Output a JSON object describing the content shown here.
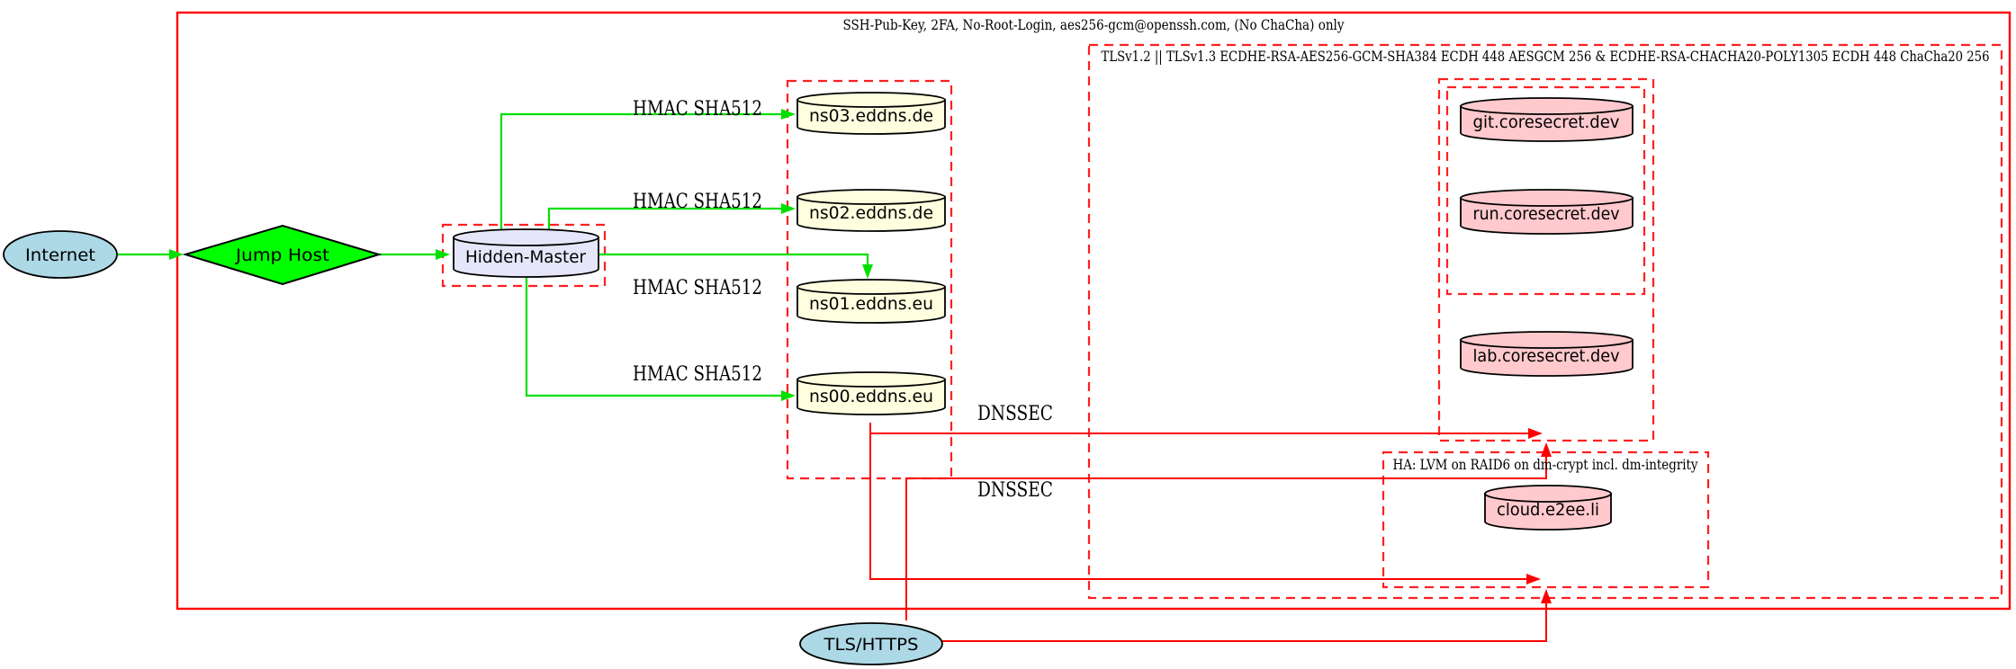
{
  "diagram": {
    "type": "graphviz-network-security-diagram",
    "background": "#ffffff",
    "colors": {
      "edge_green": "#00e000",
      "diamond_green": "#00ff00",
      "edge_red": "#ff0000",
      "cluster_red": "#ff2020",
      "node_lightblue": "#add8e6",
      "node_lavender": "#e6e6fa",
      "node_lightyellow": "#ffffe0",
      "node_pink": "#ffc9cd",
      "text": "#000000"
    },
    "clusters": {
      "ssh": {
        "label": "SSH-Pub-Key, 2FA, No-Root-Login, aes256-gcm@openssh.com, (No ChaCha) only",
        "border": "solid red"
      },
      "tls": {
        "label": "TLSv1.2 || TLSv1.3 ECDHE-RSA-AES256-GCM-SHA384 ECDH 448 AESGCM 256 & ECDHE-RSA-CHACHA20-POLY1305 ECDH 448 ChaCha20 256",
        "border": "dashed red"
      },
      "ha": {
        "label": "HA: LVM on RAID6 on dm-crypt incl. dm-integrity",
        "border": "dashed red"
      },
      "eddns": {
        "label": "",
        "border": "dashed red"
      },
      "hidden_master_box": {
        "label": "",
        "border": "dashed red"
      },
      "coresecret": {
        "label": "",
        "border": "dashed red"
      },
      "gitrun": {
        "label": "",
        "border": "dashed red"
      }
    },
    "nodes": {
      "internet": {
        "label": "Internet",
        "shape": "ellipse",
        "fill": "#add8e6"
      },
      "jump_host": {
        "label": "Jump Host",
        "shape": "diamond",
        "fill": "#00ff00"
      },
      "hidden_master": {
        "label": "Hidden-Master",
        "shape": "cylinder",
        "fill": "#e6e6fa"
      },
      "ns03": {
        "label": "ns03.eddns.de",
        "shape": "cylinder",
        "fill": "#ffffe0"
      },
      "ns02": {
        "label": "ns02.eddns.de",
        "shape": "cylinder",
        "fill": "#ffffe0"
      },
      "ns01": {
        "label": "ns01.eddns.eu",
        "shape": "cylinder",
        "fill": "#ffffe0"
      },
      "ns00": {
        "label": "ns00.eddns.eu",
        "shape": "cylinder",
        "fill": "#ffffe0"
      },
      "git": {
        "label": "git.coresecret.dev",
        "shape": "cylinder",
        "fill": "#ffc9cd"
      },
      "run": {
        "label": "run.coresecret.dev",
        "shape": "cylinder",
        "fill": "#ffc9cd"
      },
      "lab": {
        "label": "lab.coresecret.dev",
        "shape": "cylinder",
        "fill": "#ffc9cd"
      },
      "cloud": {
        "label": "cloud.e2ee.li",
        "shape": "cylinder",
        "fill": "#ffc9cd"
      },
      "tls_https": {
        "label": "TLS/HTTPS",
        "shape": "ellipse",
        "fill": "#add8e6"
      }
    },
    "edge_labels": {
      "hmac_ns03": "HMAC SHA512",
      "hmac_ns02": "HMAC SHA512",
      "hmac_ns01": "HMAC SHA512",
      "hmac_ns00": "HMAC SHA512",
      "dnssec_1": "DNSSEC",
      "dnssec_2": "DNSSEC"
    }
  }
}
